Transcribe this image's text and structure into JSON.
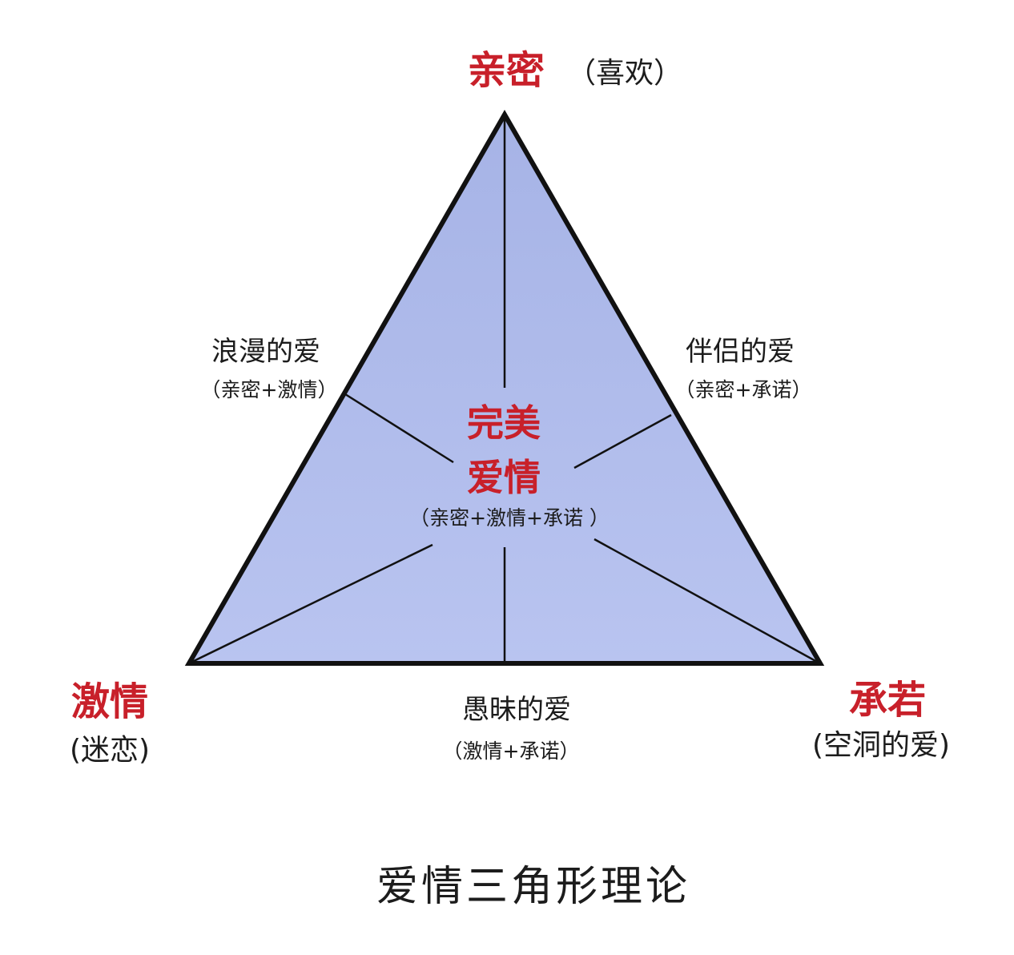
{
  "vertices": {
    "top": {
      "label": "亲密",
      "note": "（喜欢）"
    },
    "left": {
      "label": "激情",
      "note": "(迷恋)"
    },
    "right": {
      "label": "承若",
      "note": "(空洞的爱)"
    }
  },
  "edges": {
    "left": {
      "title": "浪漫的爱",
      "subtitle": "（亲密+激情）"
    },
    "right": {
      "title": "伴侣的爱",
      "subtitle": "（亲密+承诺）"
    },
    "bottom": {
      "title": "愚昧的爱",
      "subtitle": "（激情+承诺）"
    }
  },
  "center": {
    "line1": "完美",
    "line2": "爱情",
    "subtitle": "（亲密+激情+承诺 ）"
  },
  "footer": {
    "title": "爱情三角形理论"
  },
  "colors": {
    "triangle_fill": "#b4c0ec",
    "triangle_stroke": "#111111",
    "accent_red": "#c8202a"
  }
}
